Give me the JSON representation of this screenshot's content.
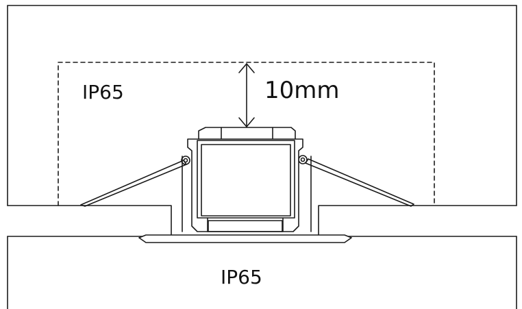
{
  "labels": {
    "upper_rating": "IP65",
    "clearance": "10mm",
    "lower_rating": "IP65"
  },
  "colors": {
    "line": "#1a1a1a",
    "fill": "#ffffff"
  }
}
